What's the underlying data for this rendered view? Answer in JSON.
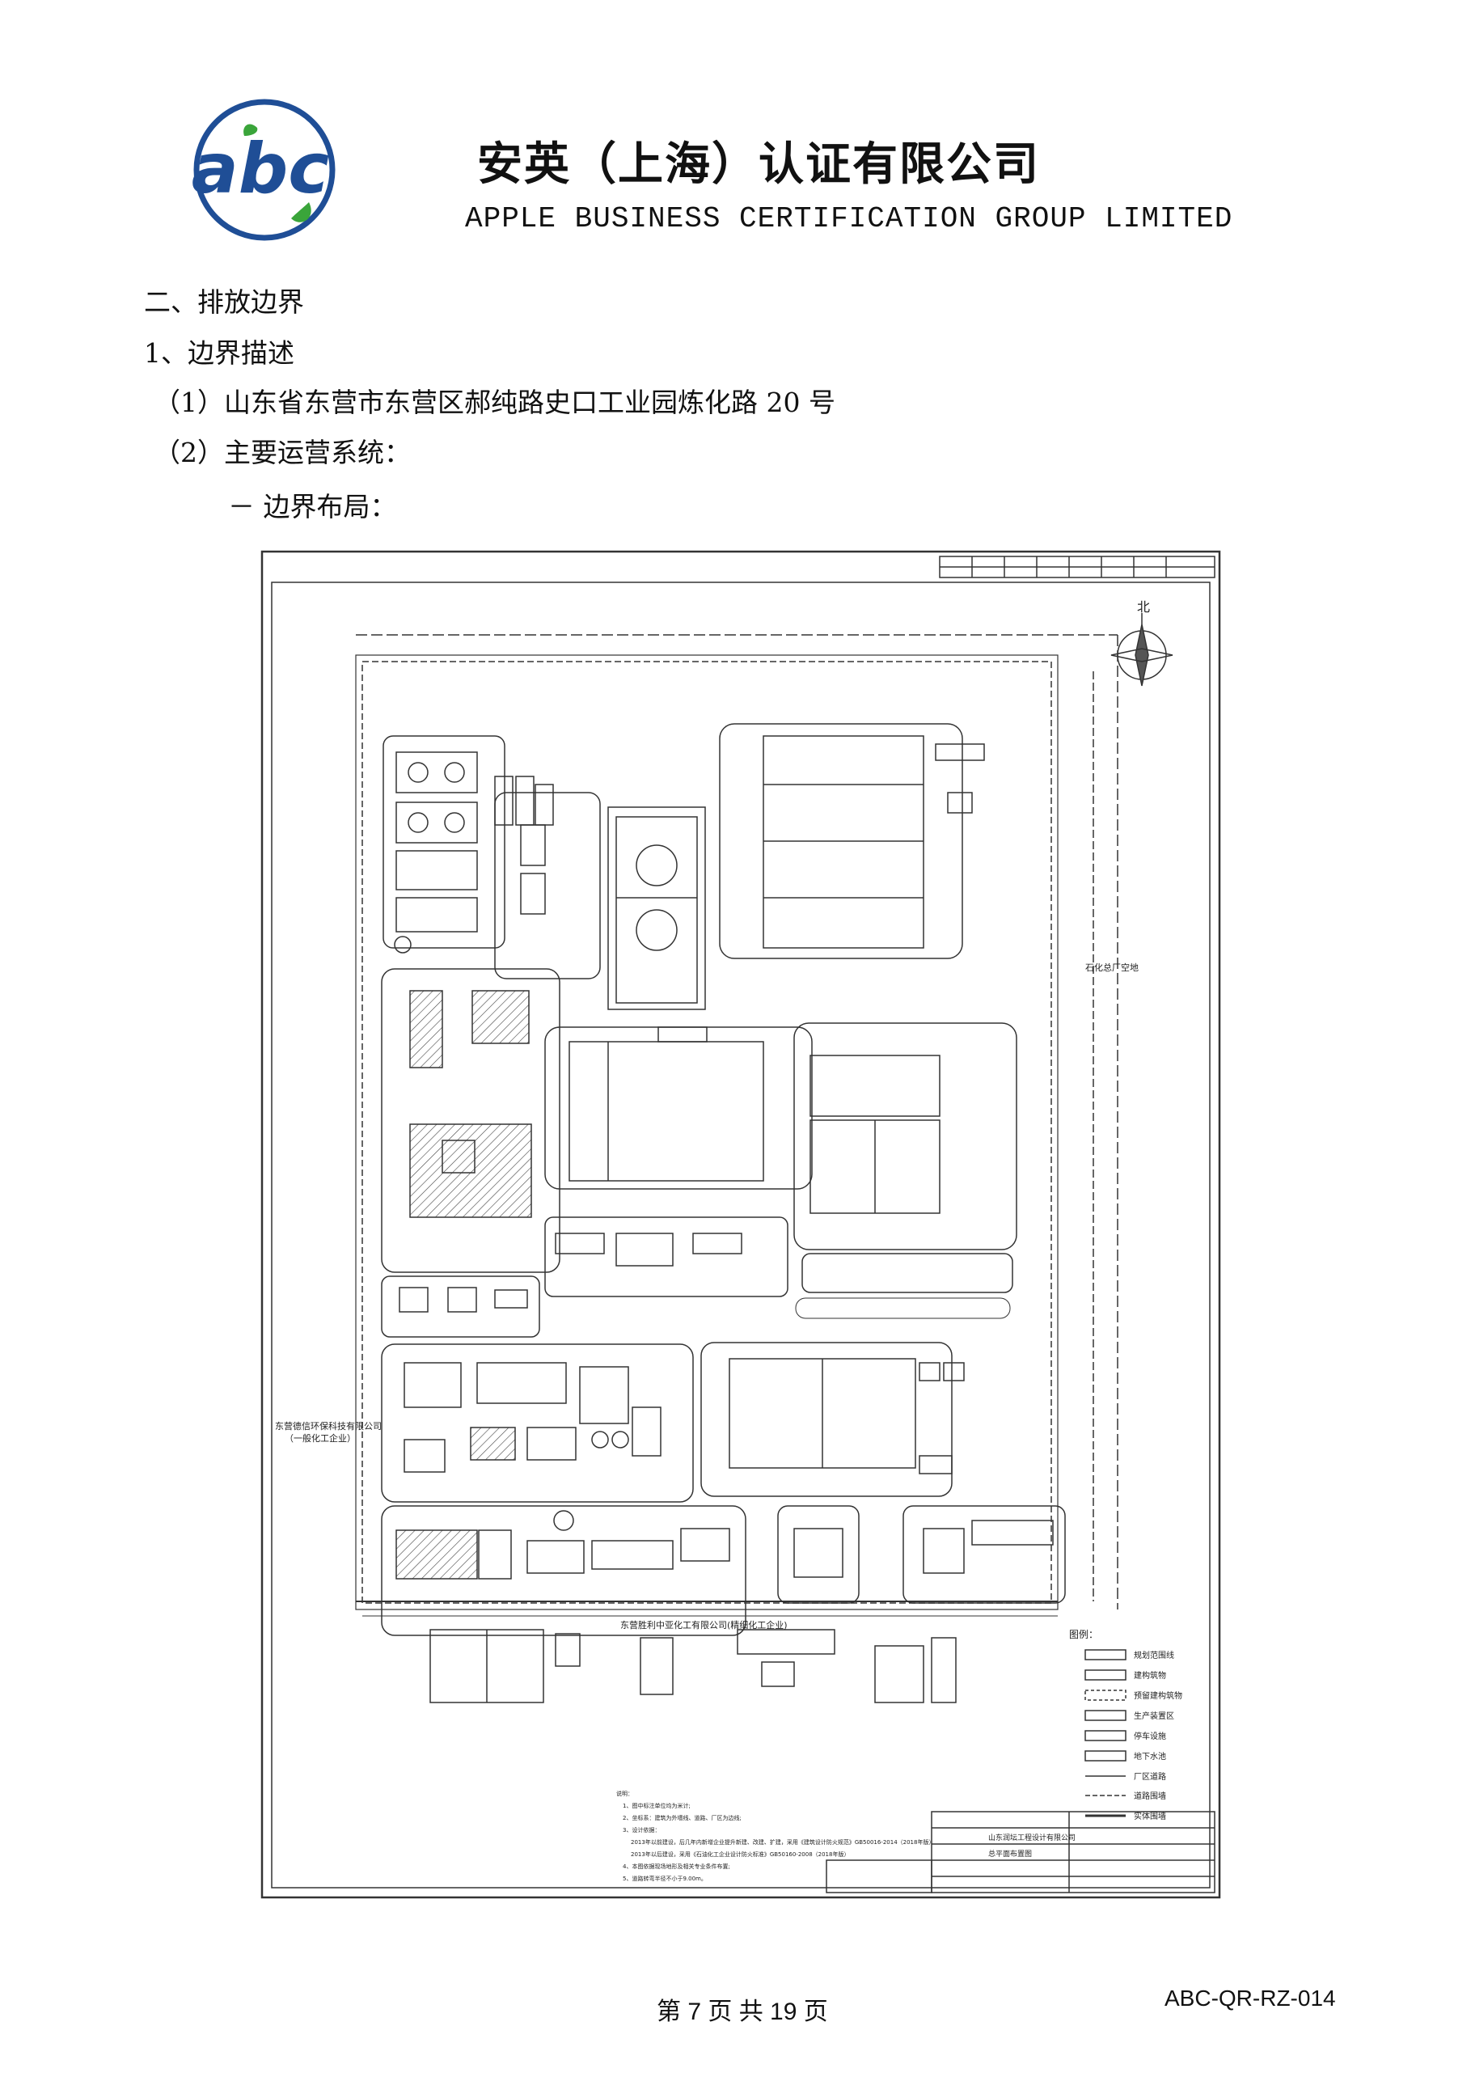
{
  "header": {
    "logo_text": "abc",
    "company_name_cn": "安英（上海）认证有限公司",
    "company_name_en": "APPLE BUSINESS CERTIFICATION GROUP LIMITED",
    "brand_color": "#1f4e96",
    "leaf_color": "#3aa53a"
  },
  "content": {
    "section_heading": "二、排放边界",
    "subheading": "1、边界描述",
    "item1": "（1）山东省东营市东营区郝纯路史口工业园炼化路 20 号",
    "item2": "（2）主要运营系统：",
    "bullet": "－  边界布局："
  },
  "drawing": {
    "north_label": "北",
    "east_label": "石化总厂空地",
    "west_label_1": "东营德信环保科技有限公司",
    "west_label_2": "（一般化工企业）",
    "south_label": "东营胜利中亚化工有限公司(精细化工企业)",
    "legend_title": "图例：",
    "legend_items": [
      "规划范围线",
      "建构筑物",
      "预留建构筑物",
      "生产装置区",
      "停车设施",
      "地下水池",
      "厂区道路",
      "道路围墙",
      "实体围墙"
    ],
    "notes_title": "说明：",
    "notes": [
      "1、图中标注单位均为米计;",
      "2、坐标系：建筑为外墙线、道路、厂区为边线;",
      "3、设计依据：",
      "2013年以前建设，后几年内新增企业提升新建、改建、扩建，采用《建筑设计防火规范》GB50016-2014（2018年版）",
      "2013年以后建设，采用《石油化工企业设计防火标准》GB50160-2008（2018年版）",
      "4、本图依据现场地形及相关专业条件布置;",
      "5、道路转弯半径不小于9.00m。"
    ],
    "title_block_company": "山东润坛工程设计有限公司",
    "title_block_drawing": "总平面布置图"
  },
  "footer": {
    "page_number": "第 7 页 共 19 页",
    "doc_code": "ABC-QR-RZ-014"
  }
}
